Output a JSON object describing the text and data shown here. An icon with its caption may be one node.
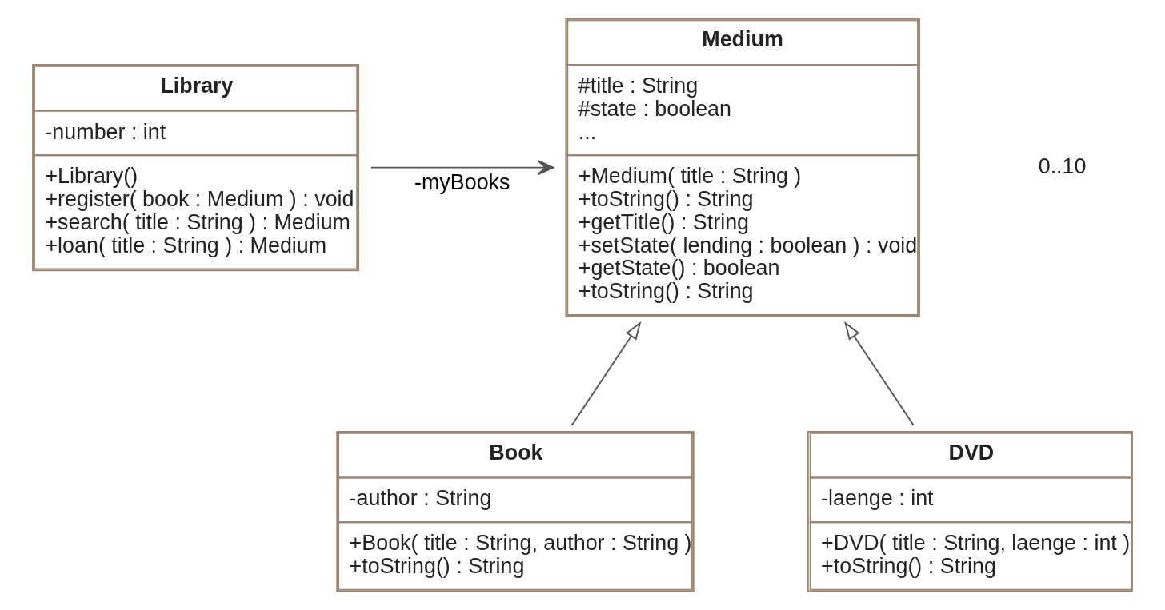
{
  "diagram": {
    "nodes": [
      {
        "text": [
          "Library",
          "-number : int",
          "+Library()",
          "+register( book : Medium ) : void",
          "+search( title : String ) : Medium",
          "+loan( title : String ) : Medium"
        ]
      },
      {
        "text": [
          "Medium",
          "#title : String",
          "#state : boolean",
          "...",
          "+Medium( title : String )",
          "+toString() : String",
          "+getTitle() : String",
          "+setState( lending : boolean ) : void",
          "+getState() : boolean",
          "+toString() : String"
        ]
      },
      {
        "text": [
          "Book",
          "-author : String",
          "+Book( title : String, author : String )",
          "+toString() : String"
        ]
      },
      {
        "text": [
          "DVD",
          "-laenge : int",
          "+DVD( title : String, laenge : int )",
          "+toString() : String"
        ]
      }
    ],
    "edges": [
      {
        "from": 0,
        "to": 1,
        "arrow": "to",
        "label": "-myBooks"
      },
      {
        "from": 2,
        "to": 1,
        "arrow": "to"
      },
      {
        "from": 3,
        "to": 1,
        "arrow": "to"
      }
    ],
    "labels": [
      "0..10"
    ]
  }
}
